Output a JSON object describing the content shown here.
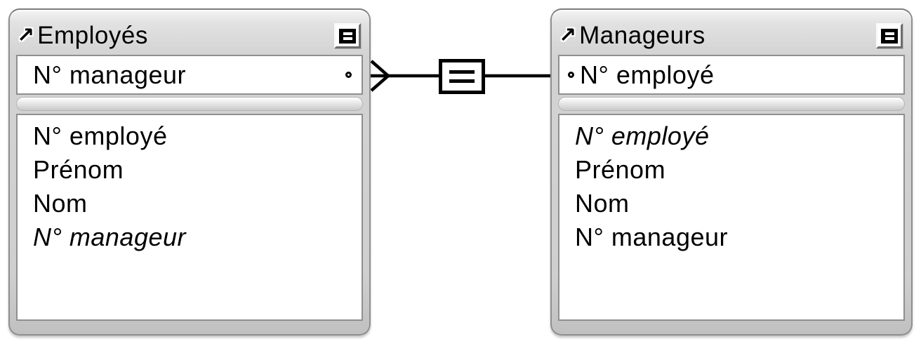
{
  "graph": {
    "background_color": "#ffffff",
    "line_color": "#000000",
    "icons": {
      "ne_arrow": "↗",
      "collapse_button": "equals-in-raised-square",
      "relationship_operator": "equals-in-box",
      "left_line_end": "crow-foot-many",
      "right_line_end": "single-line",
      "connection_point": "small-ring"
    }
  },
  "tables": [
    {
      "title": "Employés",
      "key_field": "N° manageur",
      "fields": [
        "N° employé",
        "Prénom",
        "Nom",
        "N° manageur"
      ]
    },
    {
      "title": "Manageurs",
      "key_field": "N° employé",
      "fields": [
        "N° employé",
        "Prénom",
        "Nom",
        "N° manageur"
      ]
    }
  ]
}
